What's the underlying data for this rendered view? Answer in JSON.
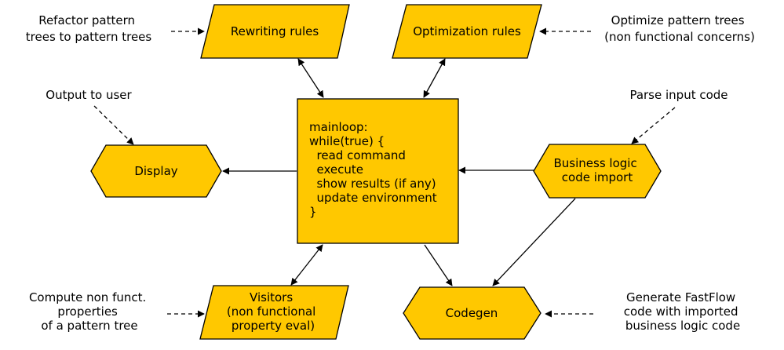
{
  "colors": {
    "node_fill": "#ffc800",
    "stroke": "#000000",
    "background": "#ffffff"
  },
  "nodes": {
    "rewriting_rules": "Rewriting rules",
    "optimization_rules": "Optimization rules",
    "display": "Display",
    "business_logic": [
      "Business logic",
      "code import"
    ],
    "visitors": [
      "Visitors",
      "(non functional",
      "property eval)"
    ],
    "codegen": "Codegen",
    "mainloop": [
      "mainloop:",
      "while(true) {",
      "  read command",
      "  execute",
      "  show results (if any)",
      "  update environment",
      "}"
    ]
  },
  "notes": {
    "refactor": [
      "Refactor pattern",
      "trees to pattern trees"
    ],
    "optimize": [
      "Optimize pattern trees",
      "(non functional concerns)"
    ],
    "output": "Output to user",
    "parse": "Parse input code",
    "compute": [
      "Compute non funct.",
      "properties",
      "of a pattern tree"
    ],
    "generate": [
      "Generate FastFlow",
      "code with imported",
      "business logic code"
    ]
  }
}
